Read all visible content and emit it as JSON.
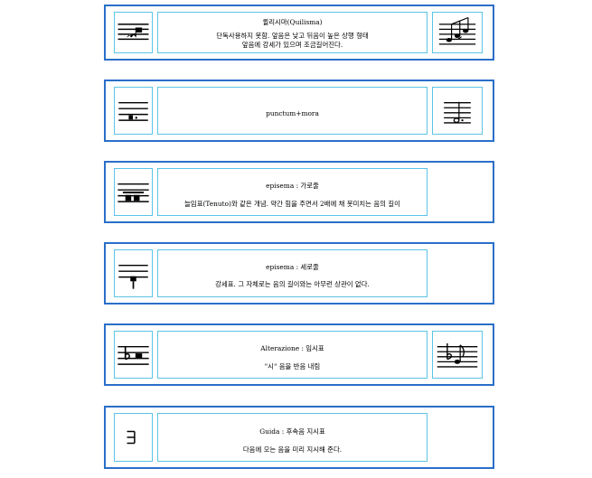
{
  "rows": [
    {
      "title": "퀼리시마(Quilisma)",
      "line1": "단독사용하지 못함. 앞음은 낮고 뒤음이 높은 상행 형태",
      "line2": "앞음에 강세가 있으며 조금길어진다.",
      "left_icon": "quilisma-neume-icon",
      "right_icon": "quilisma-modern-notes-icon"
    },
    {
      "title": "punctum+mora",
      "line1": "",
      "line2": "",
      "left_icon": "punctum-mora-neume-icon",
      "right_icon": "dotted-note-icon"
    },
    {
      "title": "episema : 가로줄",
      "line1": "늘임표(Tenuto)와 같은 개념. 약간 힘을 주면서 2배에 채 못미치는 음의 길이",
      "line2": "",
      "left_icon": "horizontal-episema-neume-icon",
      "right_icon": ""
    },
    {
      "title": "episema : 세로줄",
      "line1": "강세표. 그 자체로는 음의 길이와는 아무런 상관이 없다.",
      "line2": "",
      "left_icon": "vertical-episema-neume-icon",
      "right_icon": ""
    },
    {
      "title": "Alterazione : 임시표",
      "line1": "\"시\" 음을 반음 내림",
      "line2": "",
      "left_icon": "flat-neume-icon",
      "right_icon": "flat-note-icon"
    },
    {
      "title": "Guida : 후속음 지시표",
      "line1": "다음에 오는 음을 미리 지시해 준다.",
      "line2": "",
      "left_icon": "custos-guide-icon",
      "right_icon": ""
    }
  ]
}
